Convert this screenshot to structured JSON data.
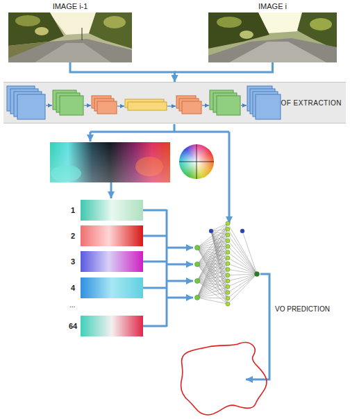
{
  "diagram": {
    "nodes": [
      {
        "text": [
          "IMAGE i-1"
        ]
      },
      {
        "text": [
          "IMAGE i"
        ]
      },
      {
        "text": [
          "OF EXTRACTION"
        ]
      },
      {
        "text": [
          "1"
        ]
      },
      {
        "text": [
          "2"
        ]
      },
      {
        "text": [
          "3"
        ]
      },
      {
        "text": [
          "4"
        ]
      },
      {
        "text": [
          "64"
        ]
      }
    ],
    "edges": [
      {
        "from": 0,
        "to": 2,
        "arrow": "to"
      },
      {
        "from": 1,
        "to": 2,
        "arrow": "to"
      }
    ],
    "labels": [
      "...",
      "VO PREDICTION"
    ]
  }
}
